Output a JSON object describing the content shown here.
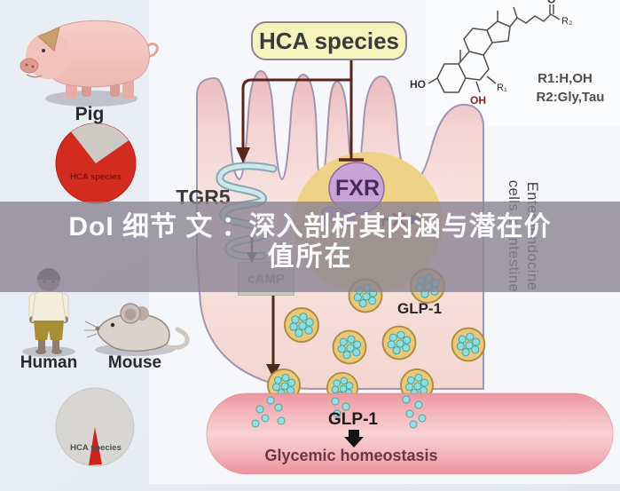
{
  "header": {
    "hca_box_label": "HCA species"
  },
  "chemistry": {
    "r1_line": "R1:H,OH",
    "r2_line": "R2:Gly,Tau",
    "atom_ho": "HO",
    "atom_oh": "OH",
    "atom_o": "O",
    "atom_r1": "R₁",
    "atom_r2": "R₂"
  },
  "animals": {
    "pig": "Pig",
    "human": "Human",
    "mouse": "Mouse"
  },
  "pies": {
    "pig_pie": {
      "label": "HCA species",
      "red_share_pct": 74,
      "gray_share_pct": 26
    },
    "human_mouse_pie": {
      "label": "HCA species",
      "red_share_pct": 3,
      "gray_share_pct": 97
    }
  },
  "cell": {
    "tgr5": "TGR5",
    "fxr": "FXR",
    "camp": "cAMP",
    "glp1_vesicles": "GLP-1",
    "side_label_line1": "Enteroendocine",
    "side_label_line2": "cells in Intestine"
  },
  "vessel": {
    "glp1": "GLP-1",
    "caption": "Glycemic homeostasis"
  },
  "overlay": {
    "line1": "DoI 细节 文 ：深入剖析其内涵与潜在价",
    "line2": "值所在"
  },
  "colors": {
    "accent_red": "#d22b20",
    "box_yellow": "#f7f3bd",
    "nucleus_tan": "#eed287",
    "receptor_purple": "#c7a3d6",
    "vesicle_tan": "#e9c87c",
    "dot_cyan": "#8edbe2",
    "vessel_pink": "#ef9aa2",
    "overlay_gray": "rgba(137,131,146,0.8)",
    "arrow_maroon": "#5a241d"
  }
}
